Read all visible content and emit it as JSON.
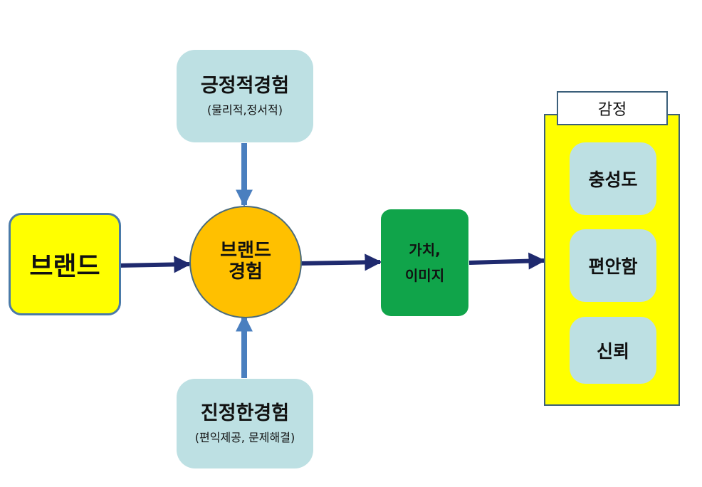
{
  "diagram": {
    "brand": {
      "label": "브랜드"
    },
    "brand_experience": {
      "line1": "브랜드",
      "line2": "경험"
    },
    "positive_experience": {
      "title": "긍정적경험",
      "subtitle": "(물리적,정서적)"
    },
    "authentic_experience": {
      "title": "진정한경험",
      "subtitle": "(편익제공, 문제해결)"
    },
    "value_image": {
      "line1": "가치,",
      "line2": "이미지"
    },
    "emotion": {
      "header": "감정",
      "items": [
        {
          "label": "충성도"
        },
        {
          "label": "편안함"
        },
        {
          "label": "신뢰"
        }
      ]
    }
  },
  "colors": {
    "brand_fill": "#ffff00",
    "experience_fill": "#ffc000",
    "value_fill": "#10a44a",
    "light_box_fill": "#bde0e3",
    "horizontal_arrow": "#1f2a6e",
    "vertical_arrow": "#4a7fbf"
  }
}
